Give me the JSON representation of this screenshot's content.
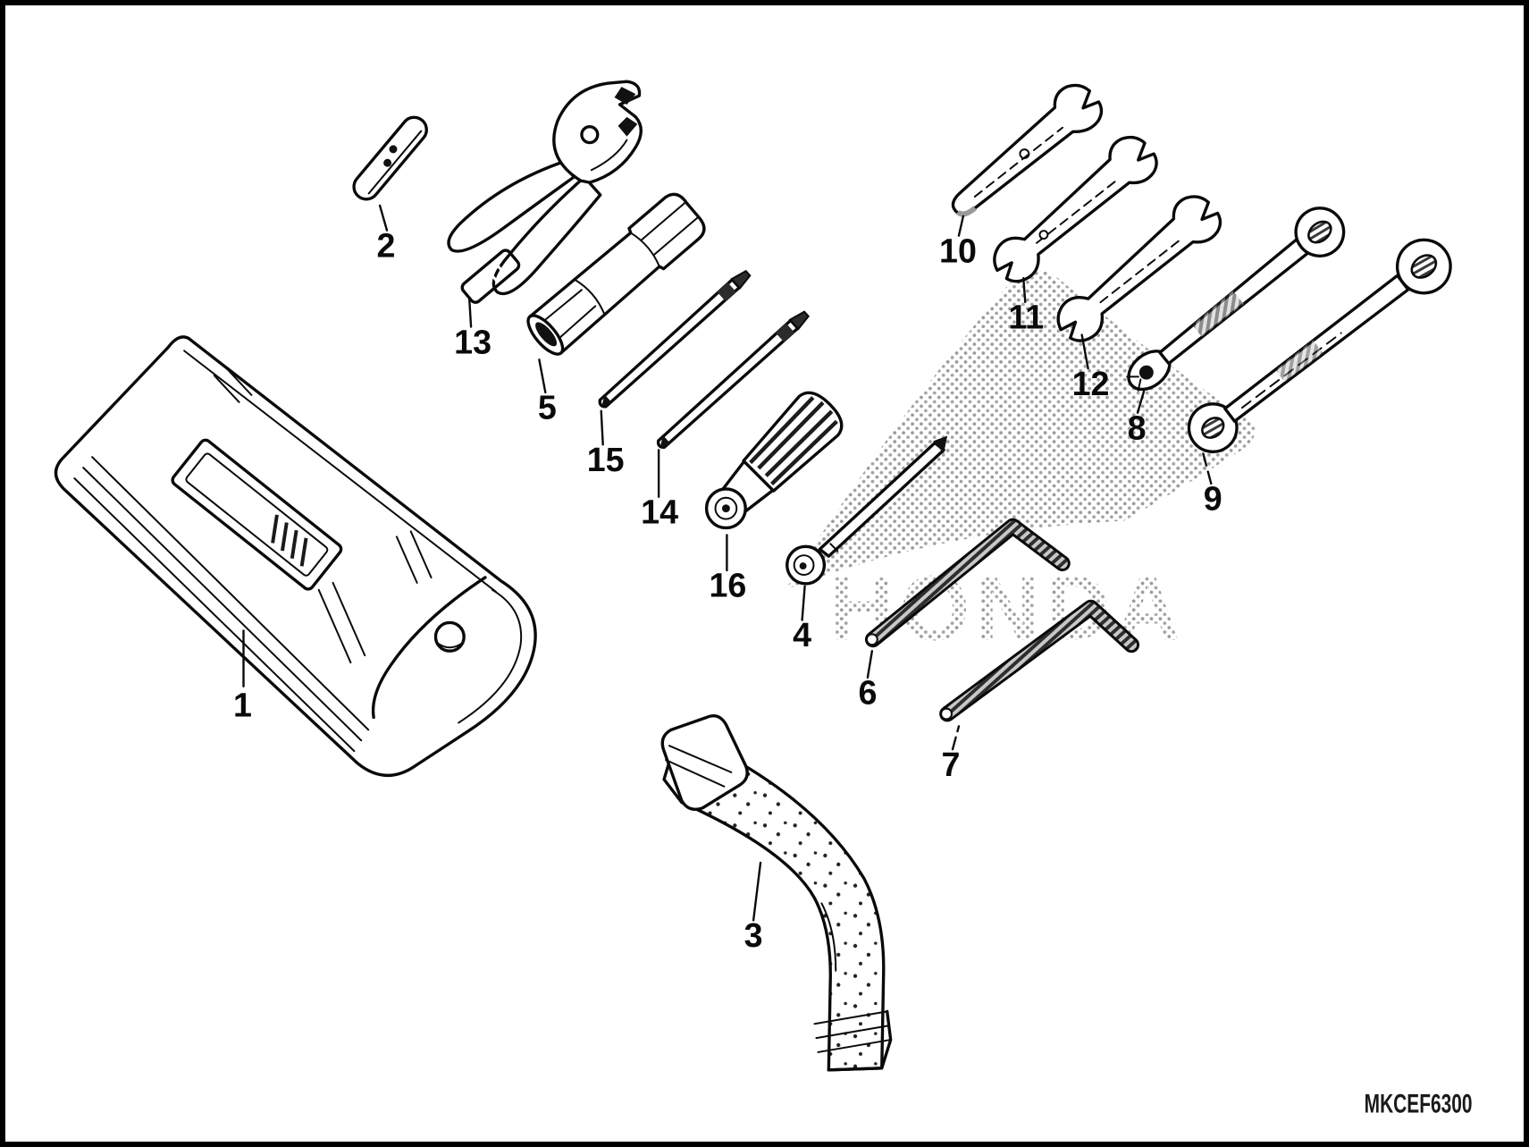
{
  "diagram": {
    "part_code": "MKCEF6300",
    "watermark_text": "HONDA",
    "colors": {
      "background": "#ffffff",
      "line": "#0a0a0a",
      "halftone_gray": "#8f8f8f",
      "frame_border": "#000000"
    }
  },
  "part_labels": [
    {
      "id": "1"
    },
    {
      "id": "2"
    },
    {
      "id": "3"
    },
    {
      "id": "4"
    },
    {
      "id": "5"
    },
    {
      "id": "6"
    },
    {
      "id": "7"
    },
    {
      "id": "8"
    },
    {
      "id": "9"
    },
    {
      "id": "10"
    },
    {
      "id": "11"
    },
    {
      "id": "12"
    },
    {
      "id": "13"
    },
    {
      "id": "14"
    },
    {
      "id": "15"
    },
    {
      "id": "16"
    }
  ]
}
